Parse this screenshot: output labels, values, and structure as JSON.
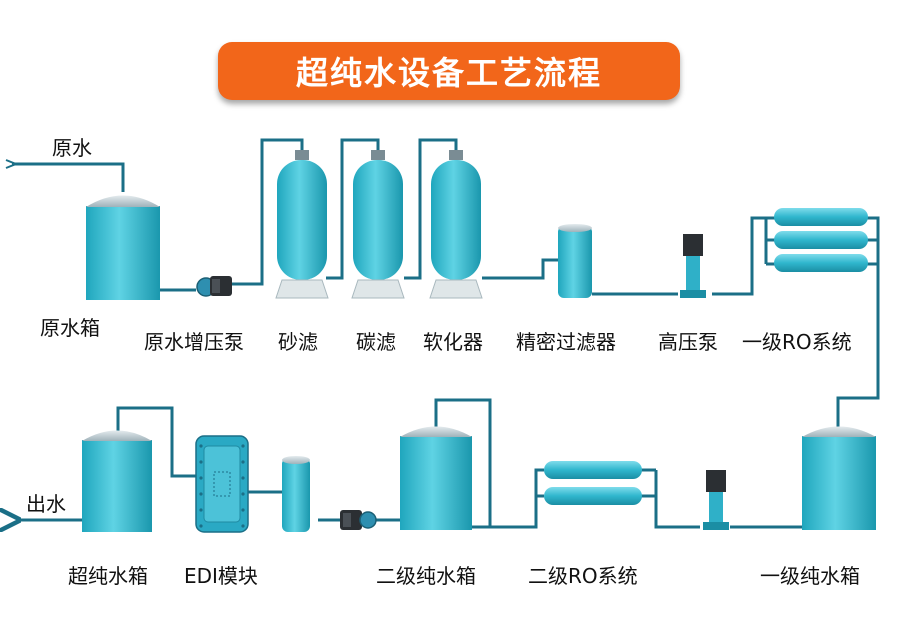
{
  "title": "超纯水设备工艺流程",
  "inlet_label": "原水",
  "outlet_label": "出水",
  "components": {
    "raw_tank": "原水箱",
    "raw_pump": "原水增压泵",
    "sand_filter": "砂滤",
    "carbon_filter": "碳滤",
    "softener": "软化器",
    "precision_filter": "精密过滤器",
    "hp_pump": "高压泵",
    "ro1": "一级RO系统",
    "tank1": "一级纯水箱",
    "ro2": "二级RO系统",
    "tank2": "二级纯水箱",
    "edi": "EDI模块",
    "ultra_tank": "超纯水箱"
  },
  "colors": {
    "title_bg": "#f2661a",
    "pipe": "#1b6f87",
    "vessel": "#3fc3d8",
    "vessel_dark": "#1f9fb6",
    "vessel_top": "#b7c7cf",
    "pump": "#2b2f33"
  }
}
